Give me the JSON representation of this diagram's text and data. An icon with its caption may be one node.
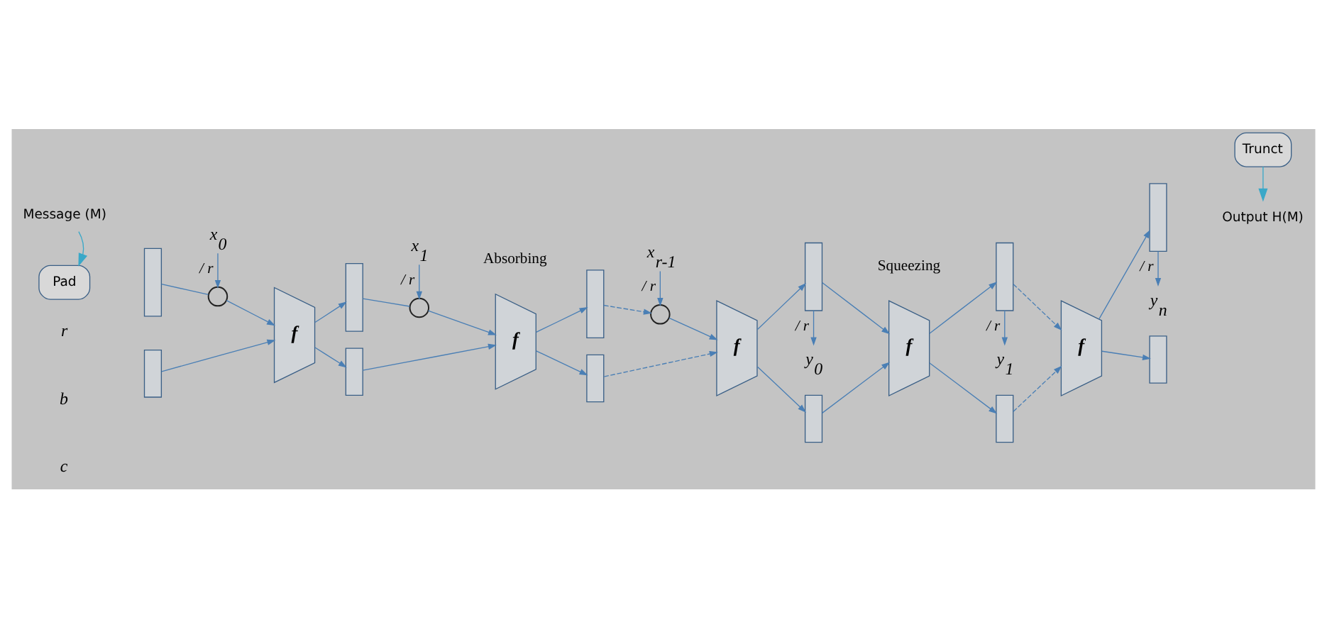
{
  "diagram": {
    "nodes": [
      {
        "text": [
          "Message (M)"
        ]
      },
      {
        "text": [
          "Output H(M)"
        ]
      },
      {
        "text": [
          "Pad"
        ]
      },
      {
        "text": [
          "x$_{0}$"
        ]
      },
      {
        "text": [
          "x$_{1}$"
        ]
      },
      {
        "text": [
          "x$_{r-1}$"
        ]
      },
      {
        "text": [
          "y$_{0}$"
        ]
      },
      {
        "text": [
          "y$_{1}$"
        ]
      },
      {
        "text": [
          "y$_{n}$"
        ]
      },
      {
        "text": [
          "Trunct"
        ]
      },
      {
        "text": [],
        "shape": "box"
      },
      {
        "text": [],
        "shape": "box"
      },
      {
        "text": [],
        "shape": "circle"
      },
      {
        "text": [
          "f"
        ]
      },
      {
        "text": [],
        "shape": "box"
      },
      {
        "text": [],
        "shape": "box"
      },
      {
        "text": [],
        "shape": "circle"
      },
      {
        "text": [
          "f"
        ]
      },
      {
        "text": [],
        "shape": "box"
      },
      {
        "text": [],
        "shape": "box"
      },
      {
        "text": [],
        "shape": "circle"
      },
      {
        "text": [
          "f"
        ]
      },
      {
        "text": [],
        "shape": "box"
      },
      {
        "text": [],
        "shape": "box"
      },
      {
        "text": [
          "f"
        ]
      },
      {
        "text": [],
        "shape": "box"
      },
      {
        "text": [],
        "shape": "box"
      },
      {
        "text": [
          "f"
        ]
      },
      {
        "text": [],
        "shape": "box"
      },
      {
        "text": [],
        "shape": "box"
      }
    ],
    "edges": [
      {
        "from": 0,
        "to": 2,
        "arrow": "to"
      },
      {
        "from": 9,
        "to": 1,
        "arrow": "to"
      },
      {
        "from": 3,
        "to": 12,
        "arrow": "to",
        "label": "/ r"
      },
      {
        "from": 10,
        "to": 12,
        "arrow": "none"
      },
      {
        "from": 12,
        "to": 13,
        "arrow": "to"
      },
      {
        "from": 11,
        "to": 13,
        "arrow": "to"
      },
      {
        "from": 13,
        "to": 14,
        "arrow": "to"
      },
      {
        "from": 13,
        "to": 15,
        "arrow": "to"
      },
      {
        "from": 4,
        "to": 16,
        "arrow": "to",
        "label": "/ r"
      },
      {
        "from": 14,
        "to": 16,
        "arrow": "none"
      },
      {
        "from": 16,
        "to": 17,
        "arrow": "to"
      },
      {
        "from": 15,
        "to": 17,
        "arrow": "to"
      },
      {
        "from": 17,
        "to": 18,
        "arrow": "to"
      },
      {
        "from": 17,
        "to": 19,
        "arrow": "to"
      },
      {
        "from": 5,
        "to": 20,
        "arrow": "to",
        "label": "/ r"
      },
      {
        "from": 18,
        "to": 20,
        "arrow": "to",
        "style": "dashed"
      },
      {
        "from": 20,
        "to": 21,
        "arrow": "to"
      },
      {
        "from": 19,
        "to": 21,
        "arrow": "to",
        "style": "dashed"
      },
      {
        "from": 21,
        "to": 22,
        "arrow": "to"
      },
      {
        "from": 21,
        "to": 23,
        "arrow": "to"
      },
      {
        "from": 22,
        "to": 6,
        "arrow": "to",
        "label": "/ r"
      },
      {
        "from": 22,
        "to": 24,
        "arrow": "to"
      },
      {
        "from": 23,
        "to": 24,
        "arrow": "to"
      },
      {
        "from": 24,
        "to": 25,
        "arrow": "to"
      },
      {
        "from": 24,
        "to": 26,
        "arrow": "to"
      },
      {
        "from": 25,
        "to": 7,
        "arrow": "to",
        "label": "/ r"
      },
      {
        "from": 25,
        "to": 27,
        "arrow": "to",
        "style": "dashed"
      },
      {
        "from": 26,
        "to": 27,
        "arrow": "to",
        "style": "dashed"
      },
      {
        "from": 27,
        "to": 28,
        "arrow": "to"
      },
      {
        "from": 27,
        "to": 29,
        "arrow": "to"
      },
      {
        "from": 28,
        "to": 8,
        "arrow": "to",
        "label": "/ r"
      }
    ],
    "labels": [
      "r",
      "b",
      "c",
      "Absorbing",
      "Squeezing"
    ]
  }
}
